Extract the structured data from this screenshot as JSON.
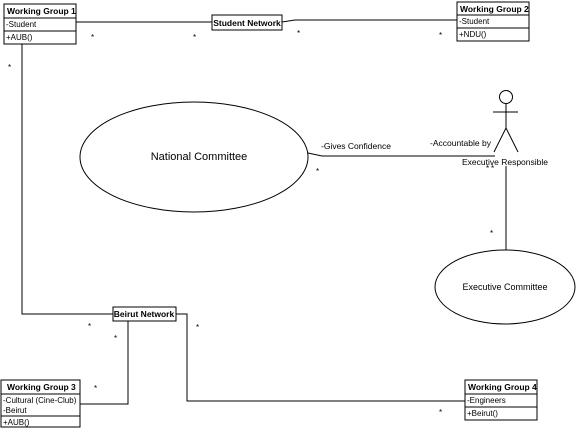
{
  "classes": {
    "wg1": {
      "name": "Working Group 1",
      "attrs": [
        "-Student"
      ],
      "ops": [
        "+AUB()"
      ]
    },
    "wg2": {
      "name": "Working Group 2",
      "attrs": [
        "-Student"
      ],
      "ops": [
        "+NDU()"
      ]
    },
    "wg3": {
      "name": "Working Group 3",
      "attrs": [
        "-Cultural (Cine-Club)",
        "-Beirut"
      ],
      "ops": [
        "+AUB()"
      ]
    },
    "wg4": {
      "name": "Working Group 4",
      "attrs": [
        "-Engineers"
      ],
      "ops": [
        "+Beirut()"
      ]
    },
    "student_network": {
      "name": "Student Network"
    },
    "beirut_network": {
      "name": "Beirut Network"
    }
  },
  "usecases": {
    "national_committee": "National Committee",
    "executive_committee": "Executive Committee"
  },
  "actor": {
    "name": "Executive Responsible"
  },
  "labels": {
    "gives_confidence": "-Gives Confidence",
    "accountable_by": "-Accountable by"
  },
  "multiplicity": "*"
}
